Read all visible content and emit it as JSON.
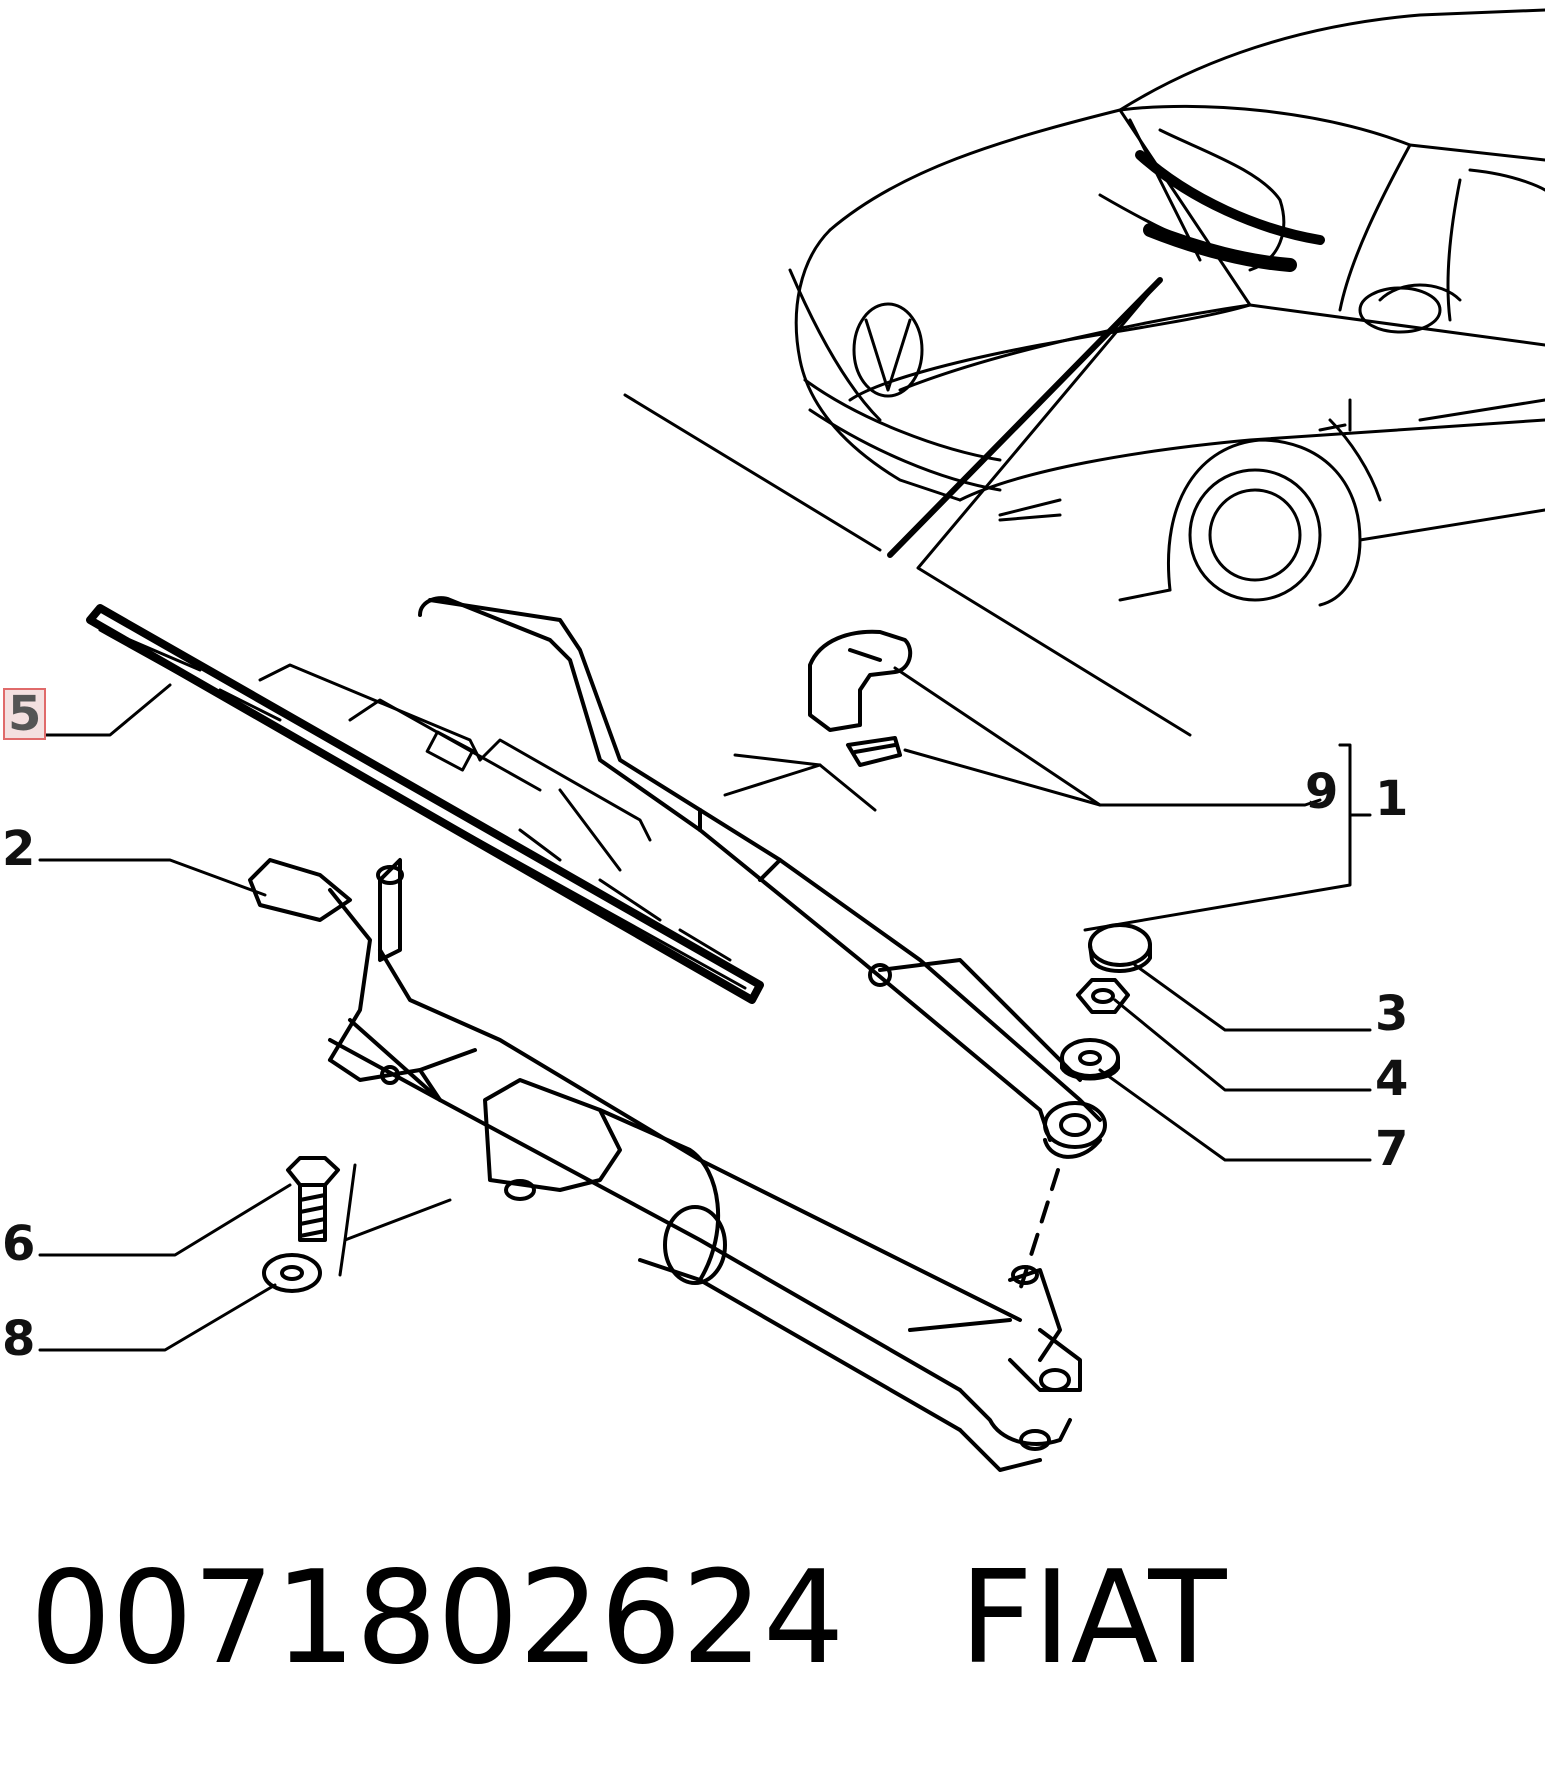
{
  "diagram": {
    "callouts": [
      {
        "id": "5",
        "label": "5",
        "highlighted": true
      },
      {
        "id": "2",
        "label": "2"
      },
      {
        "id": "9",
        "label": "9"
      },
      {
        "id": "1",
        "label": "1"
      },
      {
        "id": "3",
        "label": "3"
      },
      {
        "id": "4",
        "label": "4"
      },
      {
        "id": "7",
        "label": "7"
      },
      {
        "id": "6",
        "label": "6"
      },
      {
        "id": "8",
        "label": "8"
      }
    ],
    "highlight_color": "#e06a6a",
    "line_color": "#000000"
  },
  "footer": {
    "part_number": "0071802624",
    "brand": "FIAT"
  }
}
